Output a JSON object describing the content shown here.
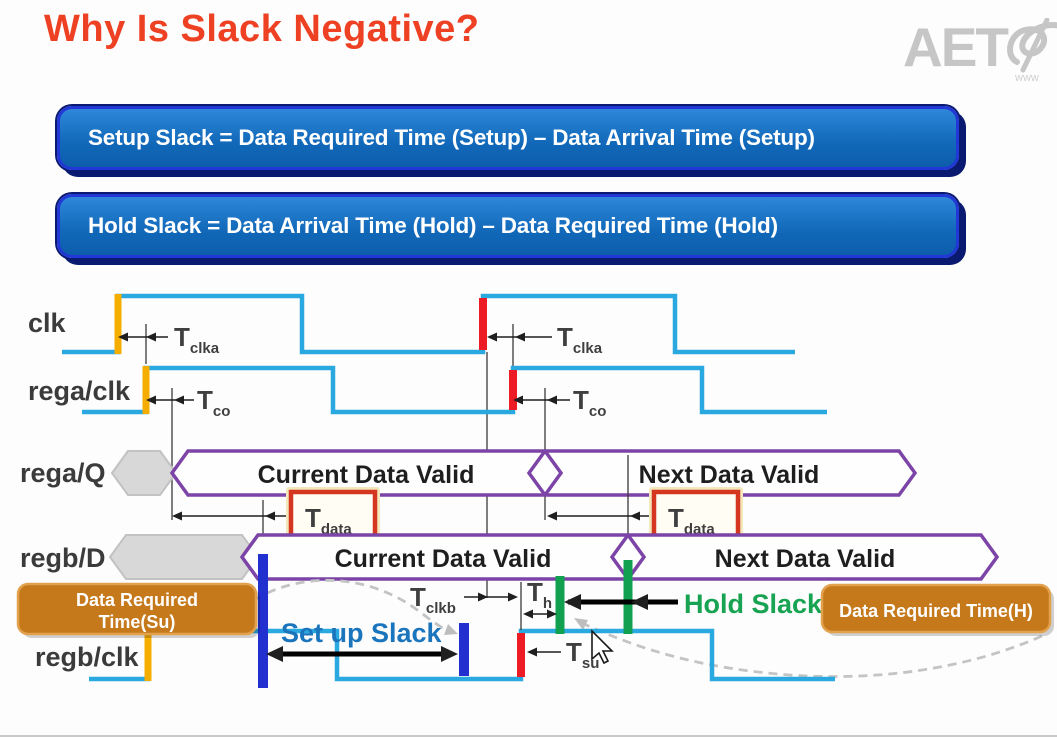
{
  "title": "Why Is Slack Negative?",
  "logo": {
    "text": "AET",
    "tagline": "www"
  },
  "formulas": {
    "setup": "Setup Slack = Data Required Time (Setup) – Data Arrival Time (Setup)",
    "hold": "Hold Slack = Data Arrival Time (Hold) – Data Required Time (Hold)"
  },
  "diagram": {
    "signals": [
      "clk",
      "rega/clk",
      "rega/Q",
      "regb/D",
      "regb/clk"
    ],
    "t": {
      "main": "T",
      "clka": "clka",
      "co": "co",
      "data": "data",
      "clkb": "clkb",
      "h": "h",
      "su": "su"
    },
    "segments": {
      "current": "Current Data Valid",
      "next": "Next Data Valid"
    },
    "annotations": {
      "setup_slack": "Set up Slack",
      "hold_slack": "Hold Slack",
      "req_su_line1": "Data Required",
      "req_su_line2": "Time(Su)",
      "req_h": "Data Required Time(H)"
    },
    "colors": {
      "waveform": "#2AA9E0",
      "launch_edge": "#F5AD00",
      "capture_edge": "#ED1C24",
      "bus_outline": "#7B44A6",
      "setup_marker": "#2230D0",
      "hold_marker": "#10A050",
      "setup_label": "#1B75BC",
      "hold_label": "#17A351",
      "required_box": "#C5791B",
      "required_box_border": "#E2A14C",
      "highlight_box": "#D4361F"
    }
  }
}
